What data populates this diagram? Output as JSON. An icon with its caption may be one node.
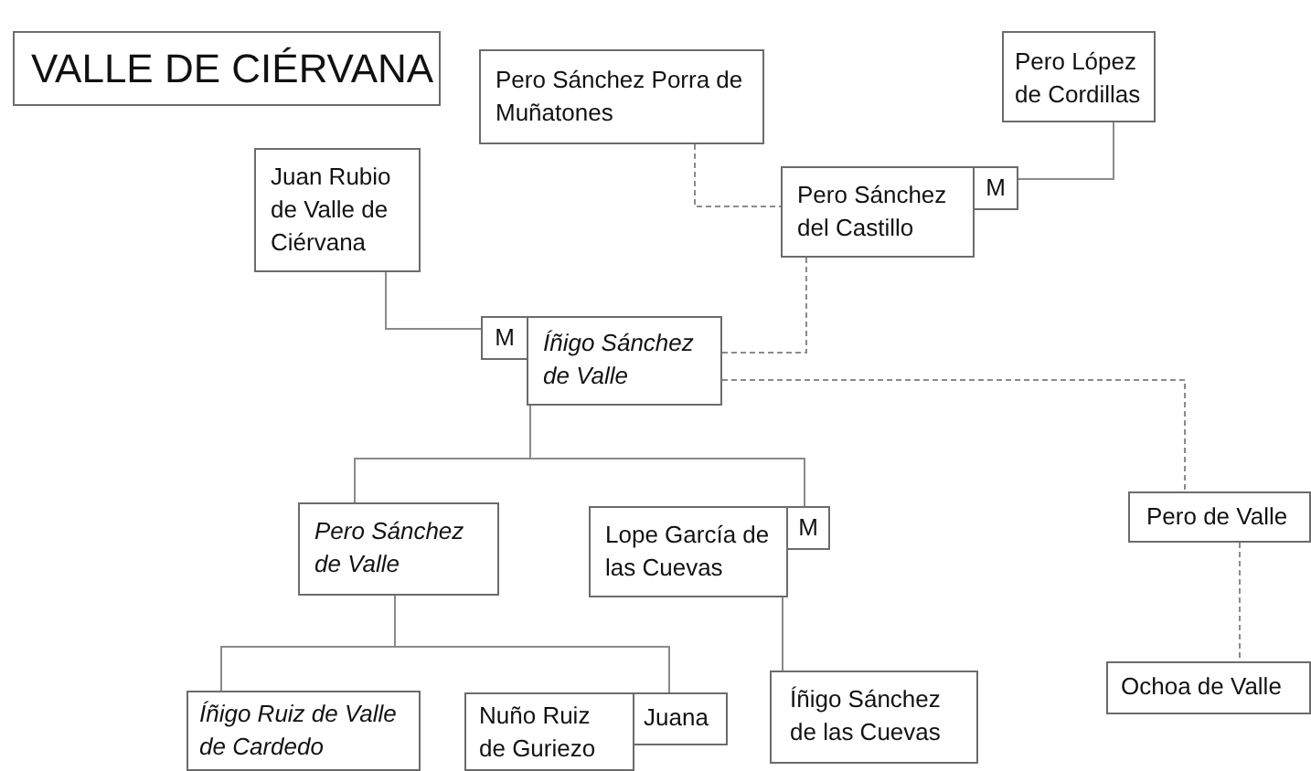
{
  "diagram": {
    "title": "VALLE DE CIÉRVANA",
    "nodes": [
      {
        "text": [
          "Pero Sánchez Porra de Muñatones"
        ]
      },
      {
        "text": [
          "Pero López de Cordillas"
        ]
      },
      {
        "text": [
          "Juan Rubio de Valle de Ciérvana"
        ]
      },
      {
        "text": [
          "Pero Sánchez del Castillo"
        ]
      },
      {
        "text": [
          "M"
        ]
      },
      {
        "text": [
          "M"
        ]
      },
      {
        "text": [
          "Íñigo Sánchez de Valle"
        ]
      },
      {
        "text": [
          "Pero de Valle"
        ]
      },
      {
        "text": [
          "Pero Sánchez de Valle"
        ]
      },
      {
        "text": [
          "Lope García de las Cuevas"
        ]
      },
      {
        "text": [
          "M"
        ]
      },
      {
        "text": [
          "Ochoa de Valle"
        ]
      },
      {
        "text": [
          "Íñigo Ruiz de Valle de Cardedo"
        ]
      },
      {
        "text": [
          "Nuño Ruiz de Guriezo"
        ]
      },
      {
        "text": [
          "Juana"
        ]
      },
      {
        "text": [
          "Íñigo Sánchez de las Cuevas"
        ]
      }
    ],
    "edges": [
      {
        "from": 0,
        "to": 3,
        "arrow": "none",
        "style": "dashed"
      },
      {
        "from": 1,
        "to": 4,
        "arrow": "none"
      },
      {
        "from": 2,
        "to": 5,
        "arrow": "none"
      },
      {
        "from": 3,
        "to": 6,
        "arrow": "none",
        "style": "dashed"
      },
      {
        "from": 6,
        "to": 7,
        "arrow": "none",
        "style": "dashed"
      },
      {
        "from": 6,
        "to": 8,
        "arrow": "none"
      },
      {
        "from": 6,
        "to": 10,
        "arrow": "none"
      },
      {
        "from": 7,
        "to": 11,
        "arrow": "none",
        "style": "dashed"
      },
      {
        "from": 8,
        "to": 12,
        "arrow": "none"
      },
      {
        "from": 8,
        "to": 14,
        "arrow": "none"
      },
      {
        "from": 9,
        "to": 15,
        "arrow": "none"
      }
    ]
  }
}
